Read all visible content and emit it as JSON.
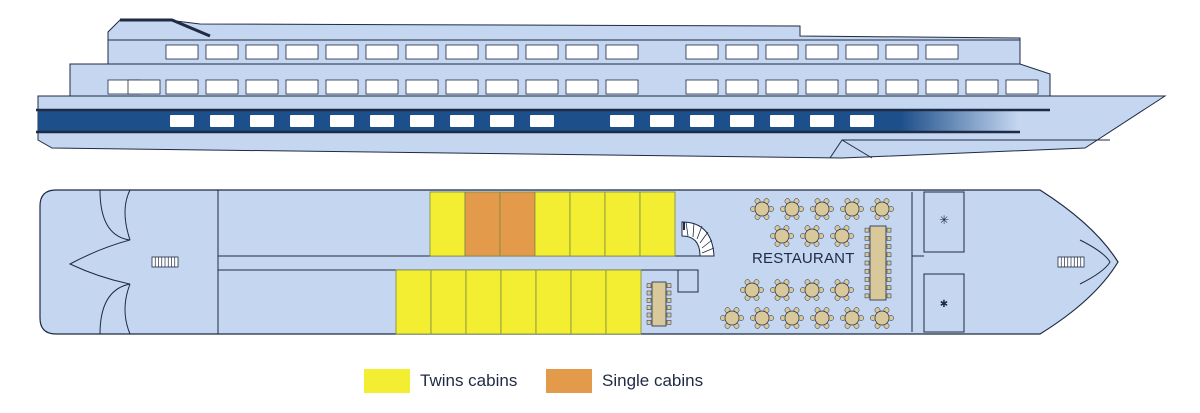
{
  "deck_plan": {
    "restaurant_label": "RESTAURANT",
    "cabin_rows": [
      {
        "row": "upper",
        "cabins": [
          "twin",
          "single",
          "single",
          "twin",
          "twin",
          "twin",
          "twin"
        ]
      },
      {
        "row": "lower",
        "cabins": [
          "twin",
          "twin",
          "twin",
          "twin",
          "twin",
          "twin",
          "twin"
        ]
      }
    ]
  },
  "legend": {
    "items": [
      {
        "key": "twin",
        "label": "Twins cabins",
        "color": "#f3ee32"
      },
      {
        "key": "single",
        "label": "Single cabins",
        "color": "#e39a4a"
      }
    ]
  },
  "colors": {
    "hull_fill": "#c4d6f0",
    "outline": "#1f2a44",
    "stripe": "#1d4f8a",
    "window": "#ffffff"
  }
}
